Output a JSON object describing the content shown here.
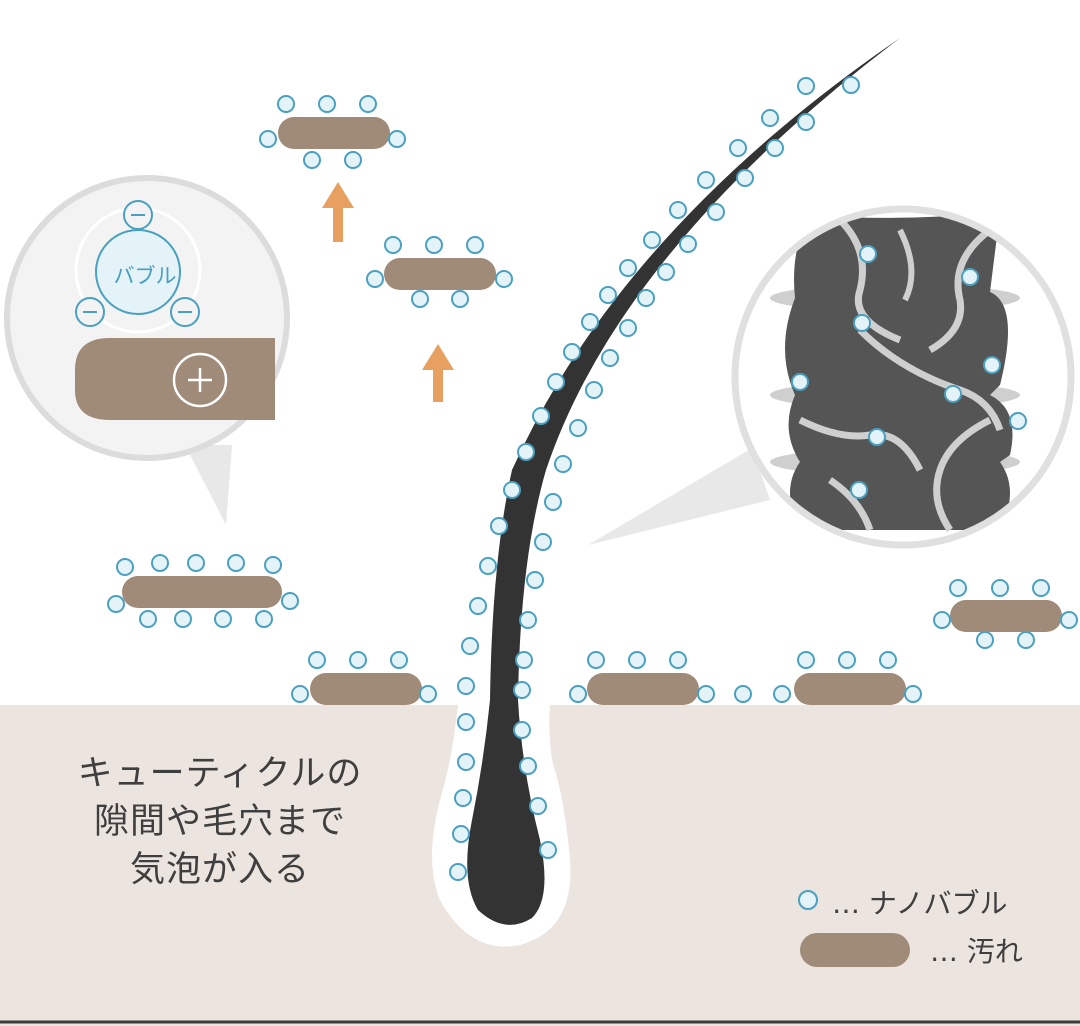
{
  "caption": {
    "line1": "キューティクルの",
    "line2": "隙間や毛穴まで",
    "line3": "気泡が入る"
  },
  "inset_left": {
    "bubble_label": "バブル",
    "negative_symbol": "−",
    "positive_symbol": "+"
  },
  "legend": {
    "nanobubble": "… ナノバブル",
    "dirt": "… 汚れ"
  },
  "colors": {
    "bubble_fill": "#e4f3f7",
    "bubble_stroke": "#4aa0c0",
    "dirt": "#a08a78",
    "hair": "#333333",
    "skin": "#ece4df",
    "arrow": "#e8a060",
    "cuticle": "#555555"
  },
  "icons": [
    "up-arrow-icon",
    "magnifier-callout-icon",
    "plus-icon",
    "minus-icon"
  ]
}
